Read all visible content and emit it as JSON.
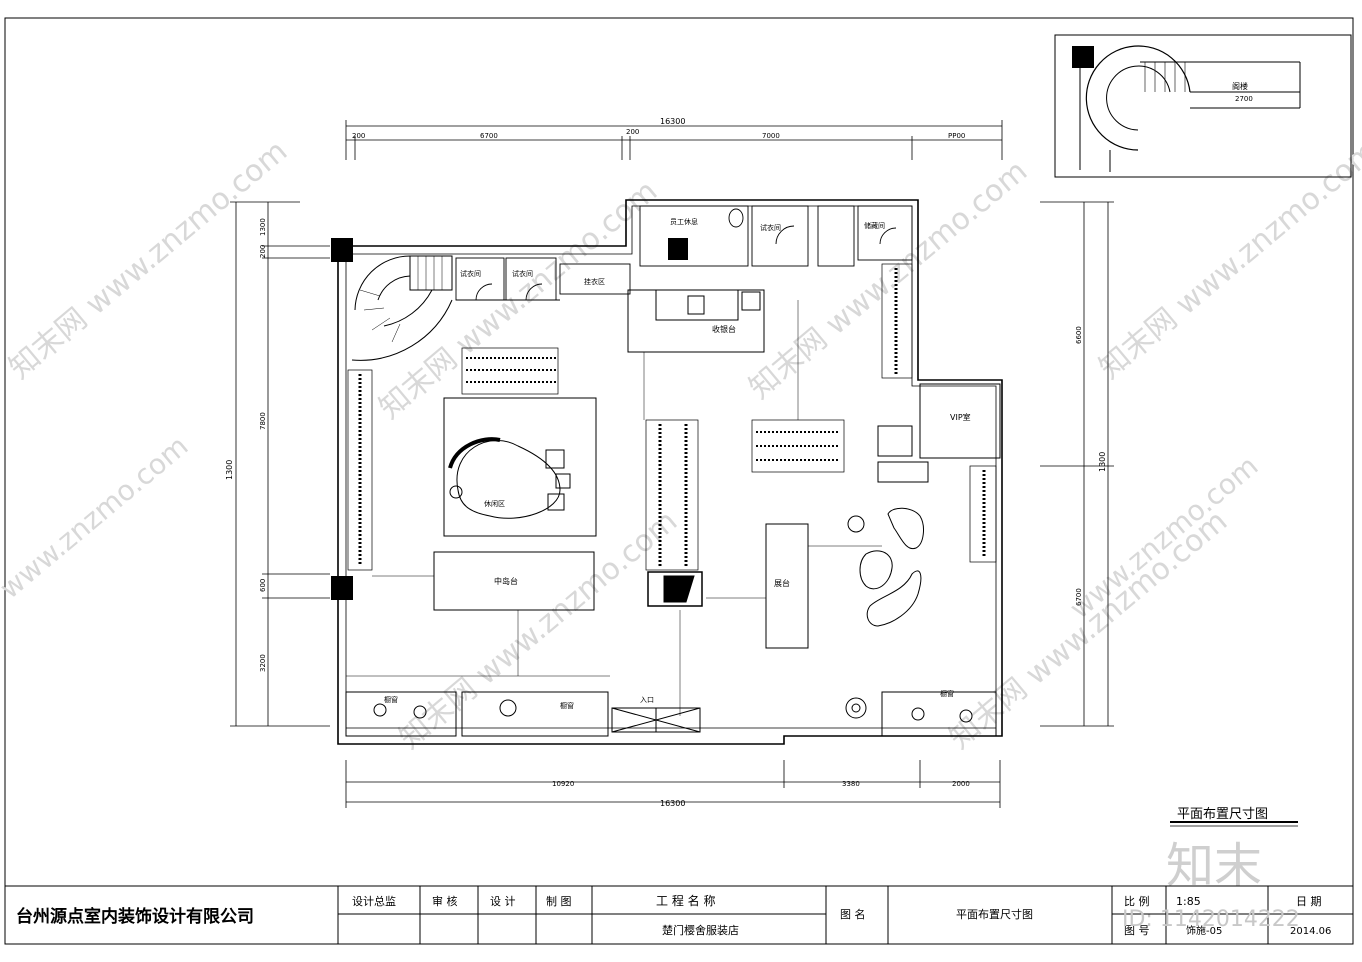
{
  "plan": {
    "overall_width": "16300",
    "top_dims": [
      "200",
      "6700",
      "200",
      "7000",
      "PP00"
    ],
    "bottom_dims": [
      "10920",
      "3380",
      "2000"
    ],
    "left_dims": [
      "1300",
      "200",
      "7800",
      "600",
      "3200"
    ],
    "left_total": "1300",
    "right_dims": [
      "6600",
      "6700"
    ],
    "right_total": "1300",
    "rooms": {
      "cashier": "收银台",
      "island": "中岛台",
      "display_table": "展台",
      "lounge": "休闲区",
      "fitting1": "试衣间",
      "fitting2": "试衣间",
      "fitting3": "试衣间",
      "storage": "储藏间",
      "staff": "员工休息",
      "hang": "挂衣区",
      "vip": "VIP室",
      "window_left": "橱窗",
      "window_mid": "橱窗",
      "window_right": "橱窗",
      "entrance": "入口"
    },
    "mini_label": "阁楼",
    "mini_dim": "2700"
  },
  "drawing_title": "平面布置尺寸图",
  "brand_mark": "知末",
  "id_text": "ID: 1142014222",
  "watermarks": [
    "知末网 www.znzmo.com",
    "www.znzmo.com"
  ],
  "title_block": {
    "company": "台州源点室内装饰设计有限公司",
    "design_supervisor": "设计总监",
    "review": "审 核",
    "design": "设 计",
    "drafting": "制 图",
    "project_name_label": "工 程 名 称",
    "project_name": "楚门樱舍服装店",
    "drawing_name_label": "图 名",
    "drawing_name": "平面布置尺寸图",
    "scale_label": "比 例",
    "scale": "1:85",
    "date_label": "日 期",
    "drawing_no_label": "图 号",
    "drawing_no": "饰施-05",
    "date": "2014.06"
  }
}
